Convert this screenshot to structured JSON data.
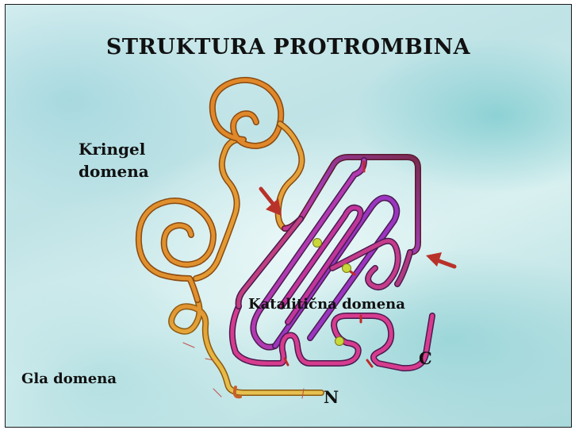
{
  "title": "STRUKTURA PROTROMBINA",
  "labels": {
    "kringel_line1": "Kringel",
    "kringel_line2": "domena",
    "catalytic": "Katalitična domena",
    "gla": "Gla domena",
    "n_terminus": "N",
    "c_terminus": "C"
  },
  "colors": {
    "gla_chain": "#e3a93a",
    "kringel_chain": "#e08a2a",
    "catalytic_chain": "#b8339a",
    "catalytic_inner": "#8a3ac0",
    "arrow": "#b8322a",
    "marker": "#c8d83a"
  }
}
